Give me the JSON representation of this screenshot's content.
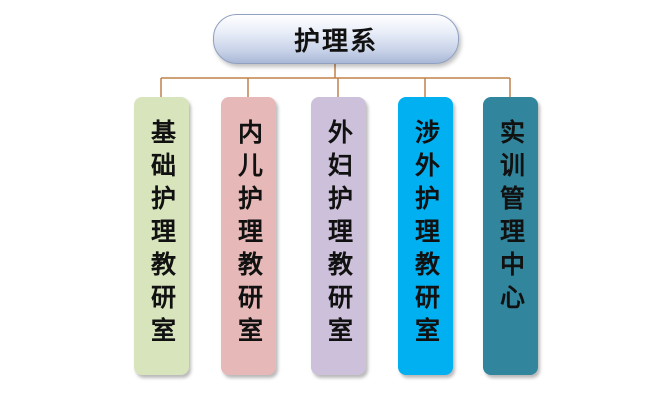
{
  "root": {
    "label": "护理系",
    "color": "#d6def0"
  },
  "connector_color": "#c0804a",
  "units": [
    {
      "label": "基础护理教研室",
      "color": "#d8e4bc"
    },
    {
      "label": "内儿护理教研室",
      "color": "#e6b8b7"
    },
    {
      "label": "外妇护理教研室",
      "color": "#ccc0da"
    },
    {
      "label": "涉外护理教研室",
      "color": "#00b0f0"
    },
    {
      "label": "实训管理中心",
      "color": "#31859c"
    }
  ]
}
